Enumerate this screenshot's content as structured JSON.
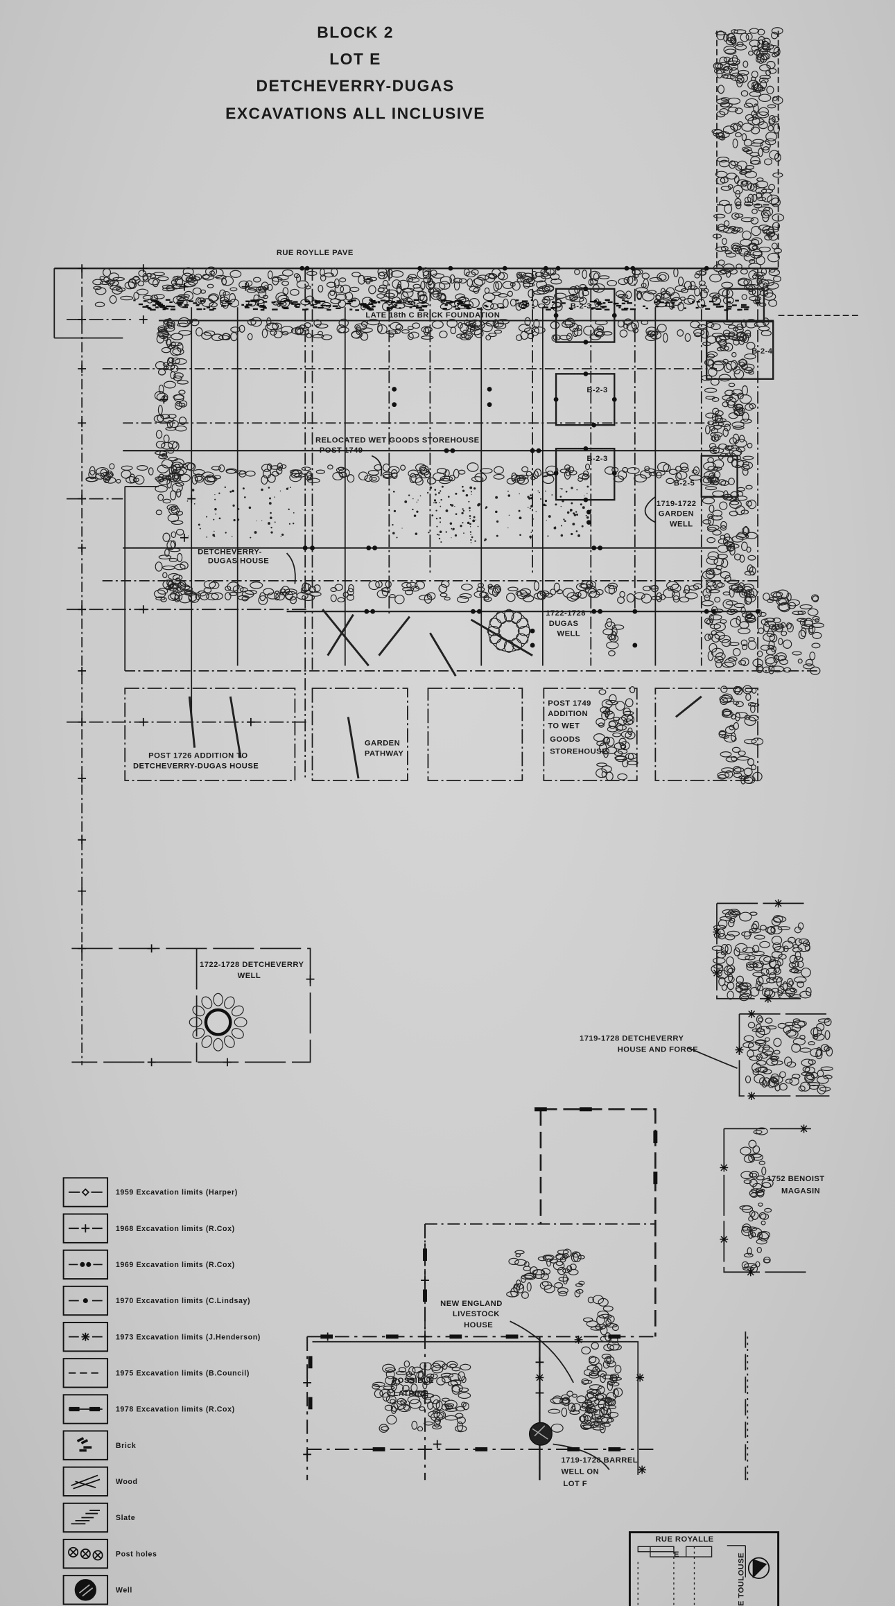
{
  "title": {
    "line1": "BLOCK 2",
    "line2": "LOT E",
    "line3": "DETCHEVERRY-DUGAS",
    "line4": "EXCAVATIONS ALL INCLUSIVE"
  },
  "labels": {
    "rue_royale_pave": "RUE ROYLLE PAVE",
    "brick_foundation": "LATE 18th C BRICK FOUNDATION",
    "b23_a": "B-2-3",
    "b23_b": "B-2-3",
    "b23_c": "B-2-3",
    "b24": "B-2-4",
    "b25": "B-2-5",
    "wet_goods_1": "RELOCATED WET GOODS STOREHOUSE",
    "wet_goods_2": "POST 1749",
    "garden_well_1": "1719-1722",
    "garden_well_2": "GARDEN",
    "garden_well_3": "WELL",
    "dd_house_1": "DETCHEVERRY-",
    "dd_house_2": "DUGAS HOUSE",
    "dugas_well_1": "1722-1728",
    "dugas_well_2": "DUGAS",
    "dugas_well_3": "WELL",
    "post1726_1": "POST 1726 ADDITION TO",
    "post1726_2": "DETCHEVERRY-DUGAS HOUSE",
    "garden_path_1": "GARDEN",
    "garden_path_2": "PATHWAY",
    "post1749_1": "POST 1749",
    "post1749_2": "ADDITION",
    "post1749_3": "TO WET",
    "post1749_4": "GOODS",
    "post1749_5": "STOREHOUSE",
    "det_well_1": "1722-1728 DETCHEVERRY",
    "det_well_2": "WELL",
    "forge_1": "1719-1728 DETCHEVERRY",
    "forge_2": "HOUSE AND FORGE",
    "benoist_1": "1752 BENOIST",
    "benoist_2": "MAGASIN",
    "livestock_1": "NEW ENGLAND",
    "livestock_2": "LIVESTOCK",
    "livestock_3": "HOUSE",
    "latrine_1": "POSSIBLE",
    "latrine_2": "LATRINE",
    "barrel_1": "1719-1728 BARREL",
    "barrel_2": "WELL ON",
    "barrel_3": "LOT F"
  },
  "legend": [
    {
      "symbol": "diamond-line",
      "label": "1959 Excavation limits (Harper)"
    },
    {
      "symbol": "plus-line",
      "label": "1968 Excavation limits (R.Cox)"
    },
    {
      "symbol": "double-dot-line",
      "label": "1969 Excavation limits (R.Cox)"
    },
    {
      "symbol": "single-dot-line",
      "label": "1970 Excavation limits (C.Lindsay)"
    },
    {
      "symbol": "asterisk-line",
      "label": "1973 Excavation limits (J.Henderson)"
    },
    {
      "symbol": "dashed-line",
      "label": "1975 Excavation limits (B.Council)"
    },
    {
      "symbol": "heavy-dash-line",
      "label": "1978 Excavation limits (R.Cox)"
    },
    {
      "symbol": "brick",
      "label": "Brick"
    },
    {
      "symbol": "wood",
      "label": "Wood"
    },
    {
      "symbol": "slate",
      "label": "Slate"
    },
    {
      "symbol": "post-holes",
      "label": "Post holes"
    },
    {
      "symbol": "well",
      "label": "Well"
    }
  ],
  "inset": {
    "street_top": "RUE ROYALLE",
    "street_side": "E TOULOUSE",
    "lot": "E"
  }
}
